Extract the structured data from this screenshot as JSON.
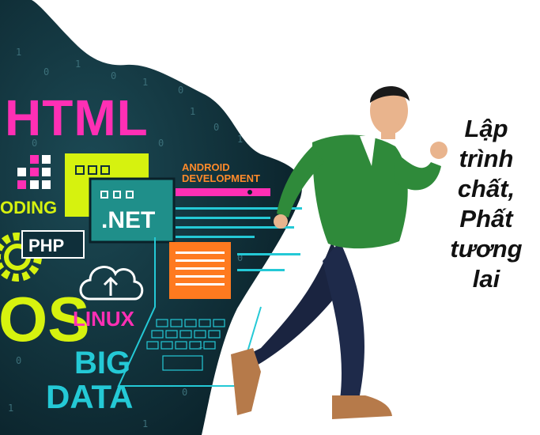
{
  "banner": {
    "tech_labels": {
      "html": "HTML",
      "coding": "ODING",
      "net": ".NET",
      "android_line1": "ANDROID",
      "android_line2": "DEVELOPMENT",
      "php": "PHP",
      "os": "OS",
      "linux": "LINUX",
      "big": "BIG",
      "data": "DATA"
    },
    "slogan": {
      "line1": "Lập",
      "line2": "trình",
      "line3": "chất,",
      "line4": "Phất",
      "line5": "tương",
      "line6": "lai"
    },
    "colors": {
      "background_dark": "#0f2f3a",
      "pink": "#ff2fb4",
      "lime": "#d6f20f",
      "cyan": "#24c9d6",
      "orange": "#ff8a2a",
      "jacket": "#2f8a3a"
    },
    "icons": [
      "grid-icon",
      "gear-icon",
      "cloud-upload-icon",
      "laptop-icon",
      "browser-window-icon",
      "document-icon",
      "runner-illustration"
    ]
  }
}
